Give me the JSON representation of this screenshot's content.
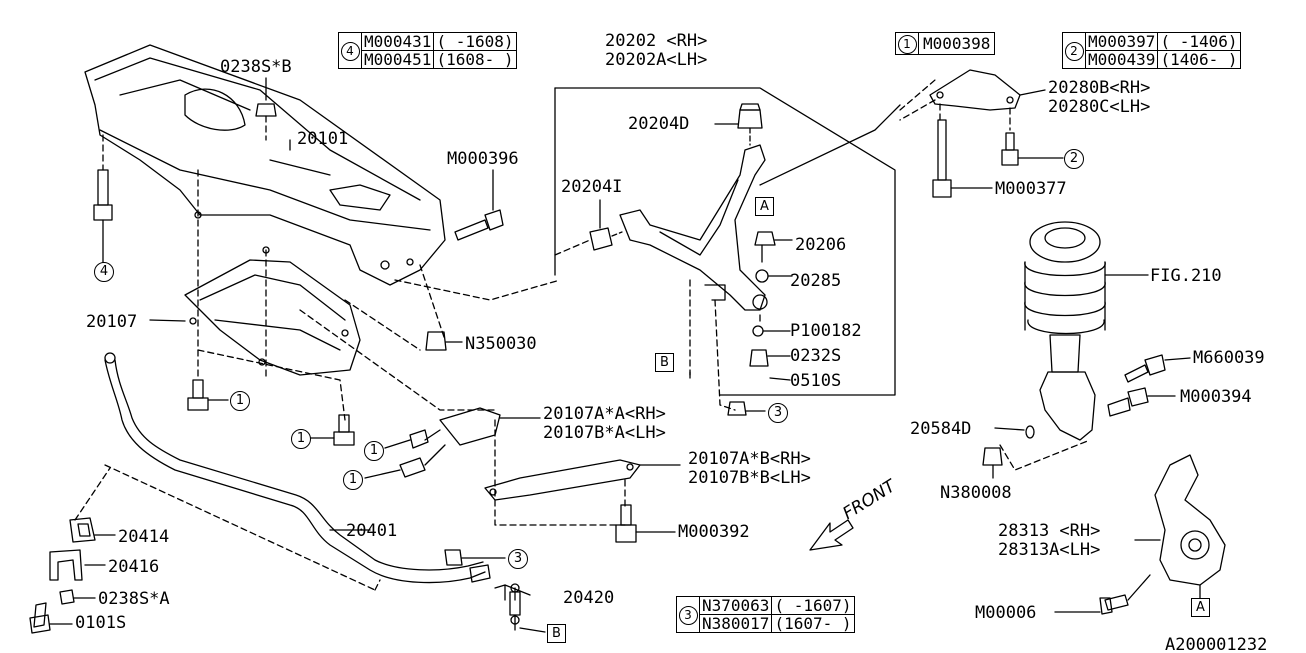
{
  "diagram_id": "A200001232",
  "front_label": "FRONT",
  "labels": {
    "p20101": "20101",
    "p0238SB": "0238S*B",
    "pM000396": "M000396",
    "p20107": "20107",
    "pN350030": "N350030",
    "p20202": "20202 <RH>",
    "p20202A": "20202A<LH>",
    "p20204D": "20204D",
    "p20204I": "20204I",
    "p20206": "20206",
    "p20285": "20285",
    "pP100182": "P100182",
    "p0232S": "0232S",
    "p0510S": "0510S",
    "p20280B": "20280B<RH>",
    "p20280C": "20280C<LH>",
    "pM000377": "M000377",
    "pFIG210": "FIG.210",
    "pM660039": "M660039",
    "pM000394": "M000394",
    "p20584D": "20584D",
    "pN380008": "N380008",
    "p28313": "28313 <RH>",
    "p28313A": "28313A<LH>",
    "pM00006": "M00006",
    "p20107AA": "20107A*A<RH>",
    "p20107BA": "20107B*A<LH>",
    "p20107AB": "20107A*B<RH>",
    "p20107BB": "20107B*B<LH>",
    "pM000392": "M000392",
    "p20401": "20401",
    "p20414": "20414",
    "p20416": "20416",
    "p0238SA": "0238S*A",
    "p0101S": "0101S",
    "p20420": "20420"
  },
  "callouts": {
    "c1": "1",
    "c2": "2",
    "c3": "3",
    "c4": "4"
  },
  "refs": {
    "a": "A",
    "b": "B"
  },
  "tables": {
    "t4": {
      "key": "4",
      "rows": [
        [
          "M000431",
          "( -1608)"
        ],
        [
          "M000451",
          "(1608- )"
        ]
      ]
    },
    "t1": {
      "key": "1",
      "rows": [
        [
          "M000398"
        ]
      ]
    },
    "t2": {
      "key": "2",
      "rows": [
        [
          "M000397",
          "( -1406)"
        ],
        [
          "M000439",
          "(1406- )"
        ]
      ]
    },
    "t3": {
      "key": "3",
      "rows": [
        [
          "N370063",
          "( -1607)"
        ],
        [
          "N380017",
          "(1607- )"
        ]
      ]
    }
  }
}
